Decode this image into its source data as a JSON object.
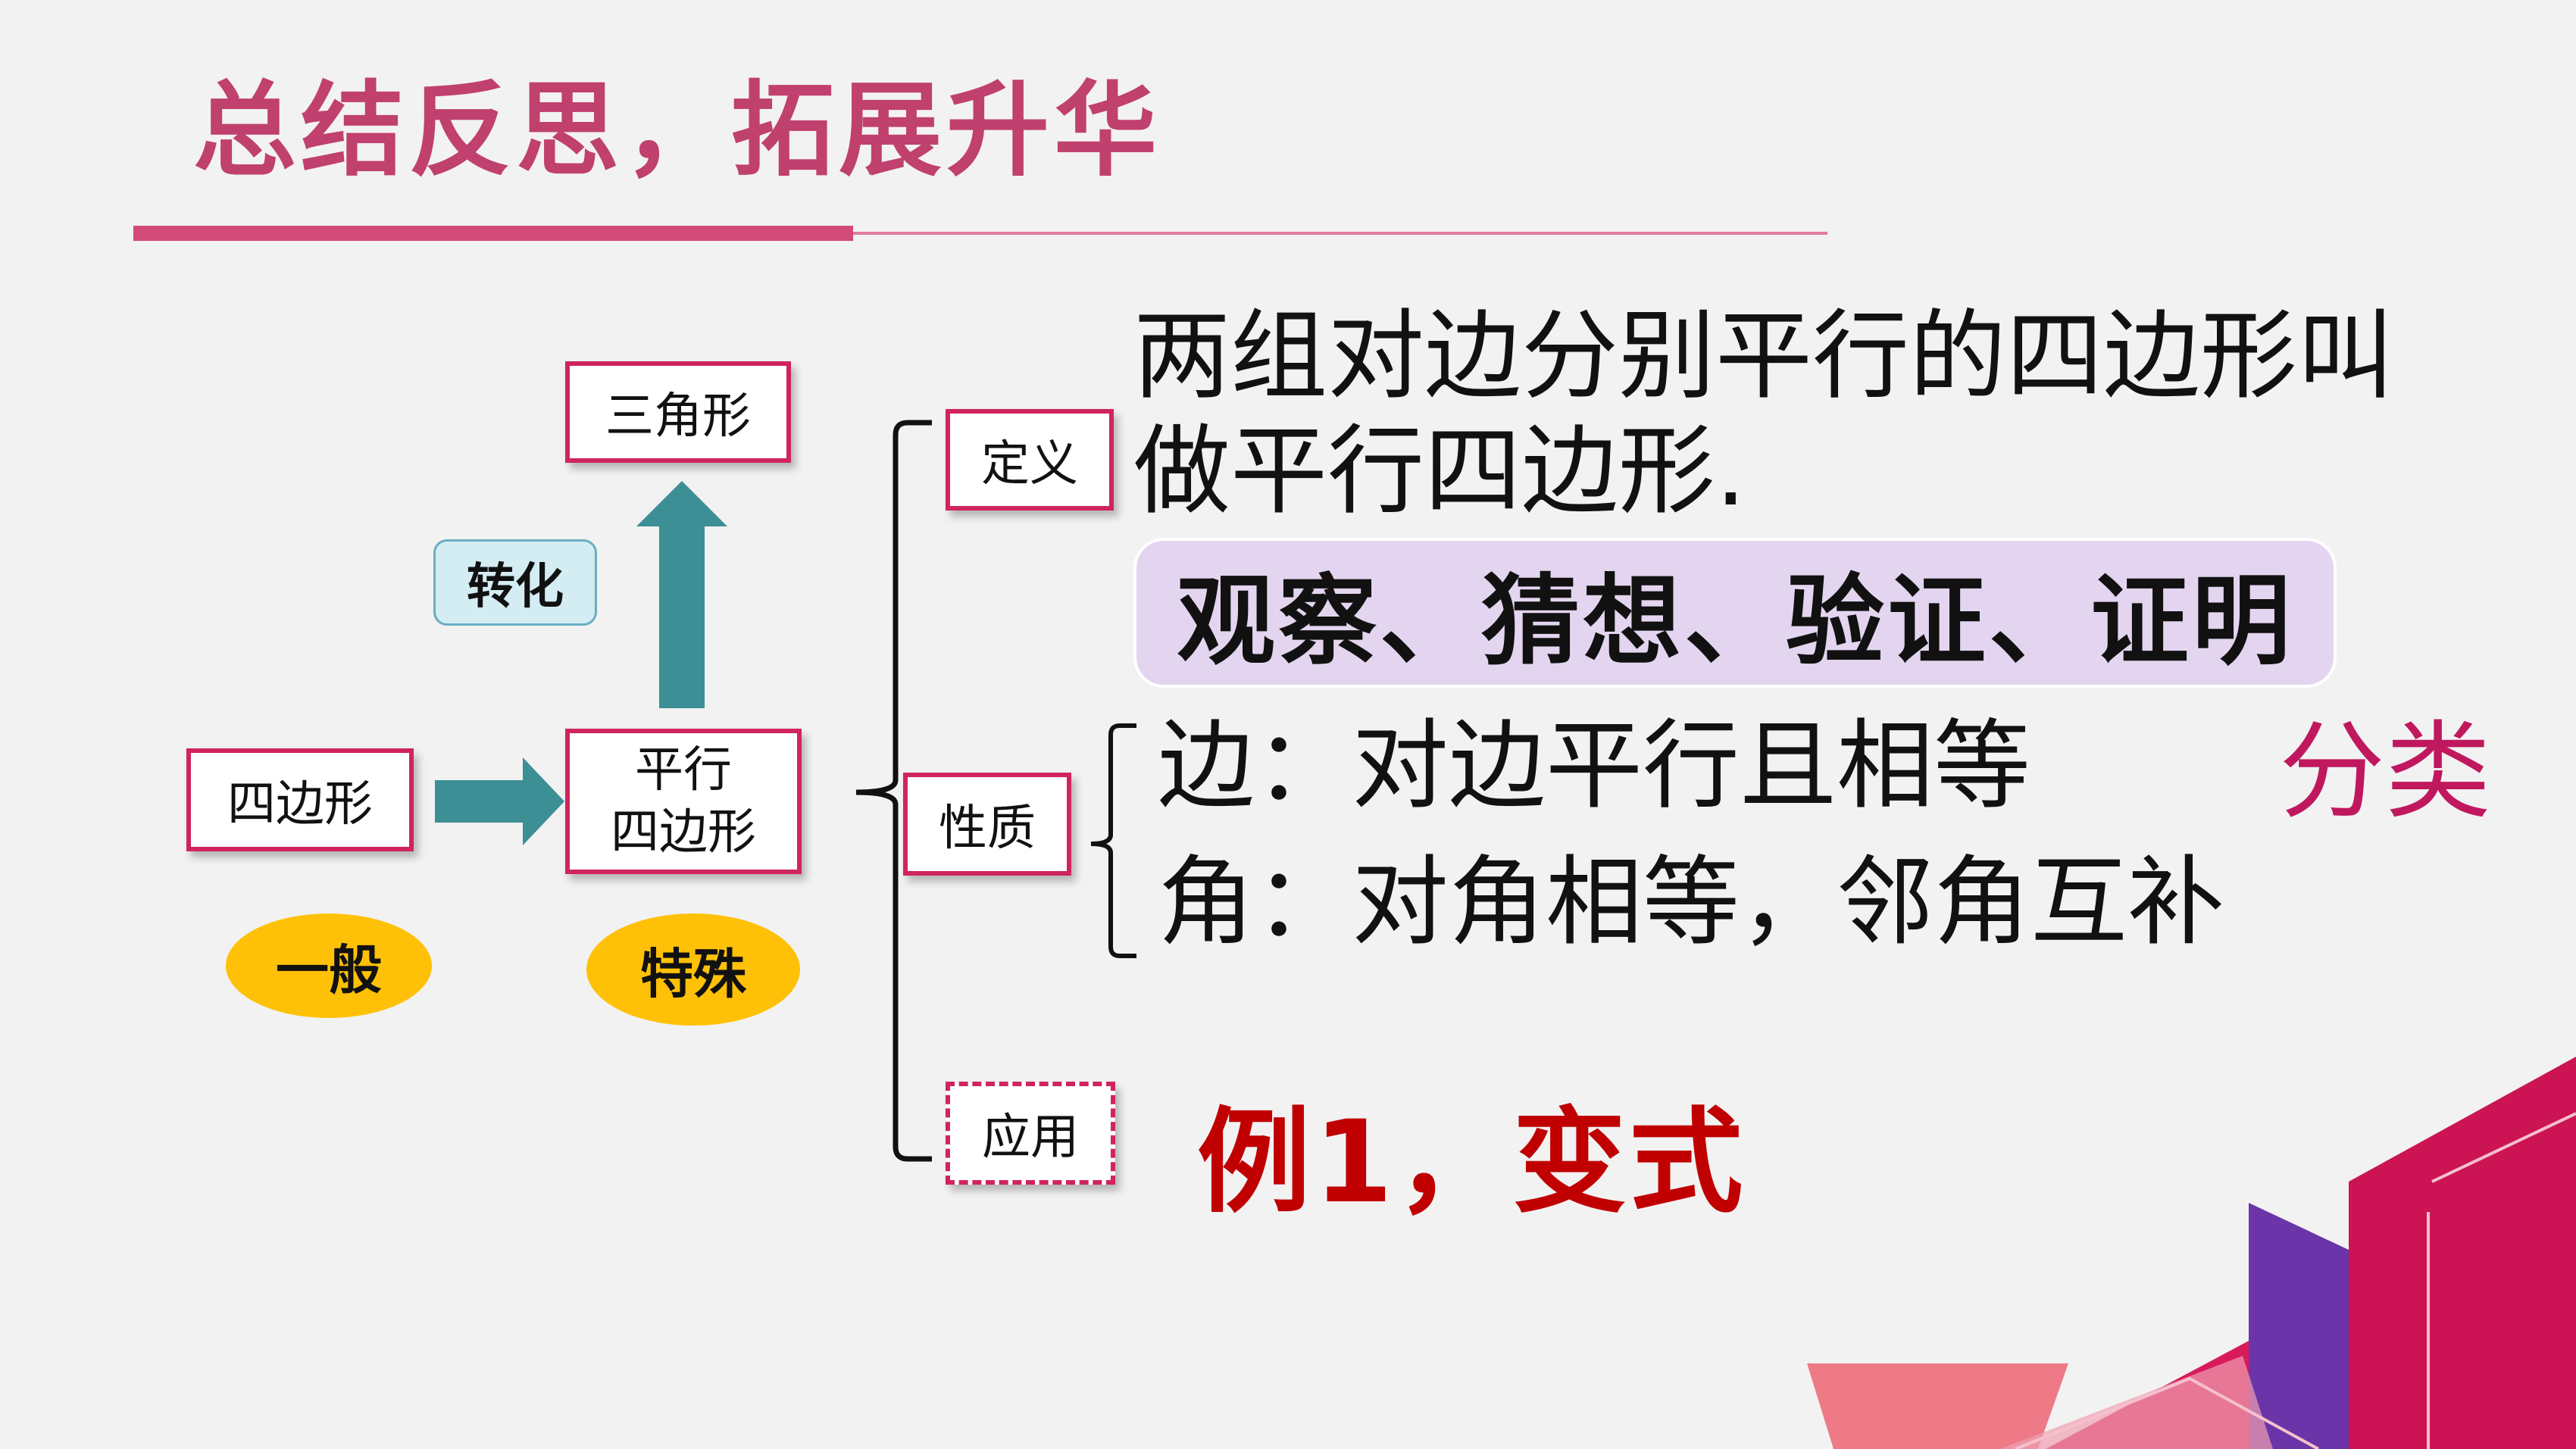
{
  "title": "总结反思，拓展升华",
  "nodes": {
    "quadrilateral": "四边形",
    "triangle": "三角形",
    "parallelogram_line1": "平行",
    "parallelogram_line2": "四边形",
    "transform": "转化",
    "general": "一般",
    "special": "特殊"
  },
  "branches": {
    "definition": "定义",
    "property": "性质",
    "application": "应用"
  },
  "definition_text_line1": "两组对边分别平行的四边形叫",
  "definition_text_line2": "做平行四边形.",
  "method": "观察、猜想、验证、证明",
  "properties": {
    "sides": "边：对边平行且相等",
    "angles": "角：对角相等，邻角互补"
  },
  "classify": "分类",
  "example": "例1，变式",
  "colors": {
    "title": "#c0406e",
    "box_border": "#d0245e",
    "arrow": "#3d8f96",
    "ellipse": "#ffc107",
    "method_bg": "#e3d5ef",
    "classify": "#c0185e",
    "example": "#c00000"
  }
}
